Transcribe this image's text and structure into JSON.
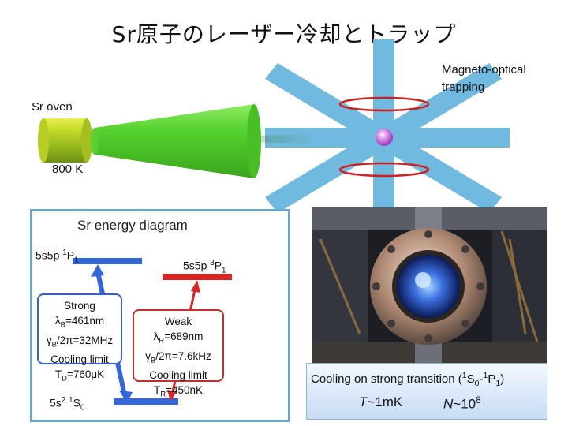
{
  "title": "Sr原子のレーザー冷却とトラップ",
  "mot_label_line1": "Magneto-optical",
  "mot_label_line2": "trapping",
  "oven_label": "Sr oven",
  "oven_temp": "800 K",
  "energy_diagram": {
    "title": "Sr energy diagram",
    "upper_singlet": {
      "prefix": "5s5p ",
      "sup": "1",
      "term": "P",
      "sub": "1"
    },
    "upper_triplet": {
      "prefix": "5s5p ",
      "sup": "3",
      "term": "P",
      "sub": "1"
    },
    "ground": {
      "prefix": "5s",
      "sup1": "2",
      "sup2": "1",
      "term": "S",
      "sub": "0"
    },
    "strong": {
      "head": "Strong",
      "lambda": "=461nm",
      "gamma": "/2π=32MHz",
      "cooling": "Cooling limit",
      "limit": "=760μK"
    },
    "weak": {
      "head": "Weak",
      "lambda": "=689nm",
      "gamma": "/2π=7.6kHz",
      "cooling": "Cooling limit",
      "limit": "=450nK"
    }
  },
  "cooling": {
    "text_prefix": "Cooling on strong transition (",
    "text_suffix": ")",
    "temperature": "~1mK",
    "number_exp": "8",
    "number_base": "~10"
  },
  "colors": {
    "beam": "#63b5dc",
    "oven_green": "#66d43c",
    "coil_red": "#d11f1f",
    "strong_blue": "#3366dd",
    "weak_red": "#dd2222",
    "atom": "#c04bd8"
  }
}
